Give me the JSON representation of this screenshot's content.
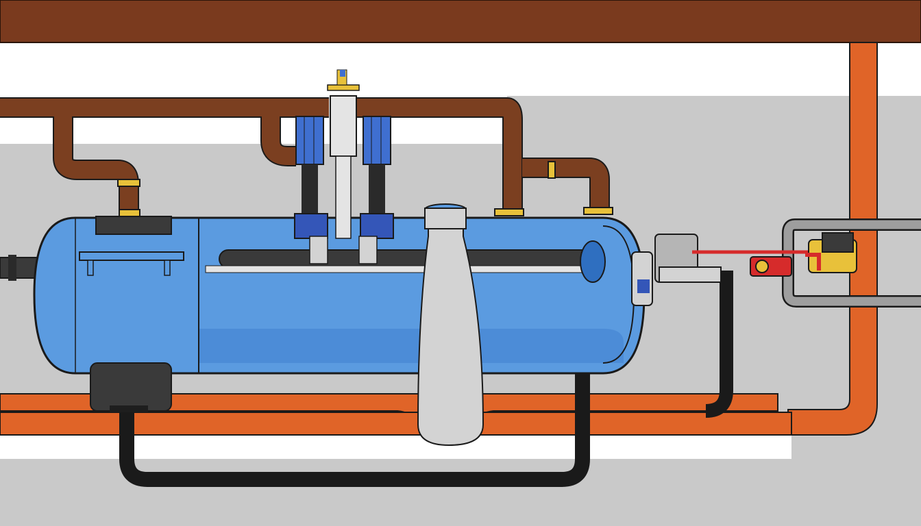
{
  "diagram": {
    "kind": "plumbing-illustration",
    "labels": [],
    "palette": {
      "background_wall": "#c9c9c9",
      "panel_white": "#ffffff",
      "ceiling_beam": "#7a3a1e",
      "copper_pipe": "#7b3f20",
      "orange_pipe": "#e06428",
      "tank_blue": "#5b9be0",
      "tank_blue_dark": "#3f7fd0",
      "black_hose": "#1e1e1e",
      "grey_pipe": "#9e9e9e",
      "light_grey_part": "#d3d3d3",
      "brass_fitting": "#e8c13a",
      "red_line": "#d62b2b",
      "dark_component": "#3a3a3a"
    },
    "components": [
      "ceiling-beam",
      "horizontal-water-tank",
      "central-valve-assembly",
      "vertical-drain-pipe",
      "copper-inlet-pipes",
      "orange-supply-pipe",
      "black-return-hose",
      "pressure-gauge-assembly",
      "grey-bypass-loop",
      "left-outlet-connector"
    ]
  }
}
